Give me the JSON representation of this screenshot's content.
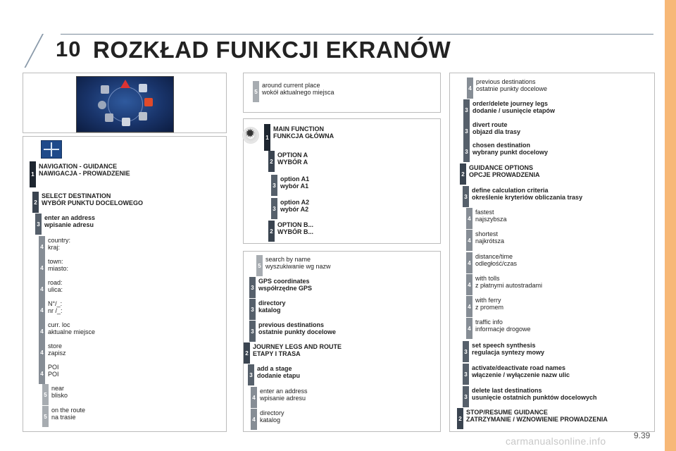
{
  "header": {
    "number": "10",
    "title": "ROZKŁAD FUNKCJI EKRANÓW"
  },
  "page_number": "9.39",
  "watermark": "carmanualsonline.info",
  "left": {
    "rows": [
      {
        "level": "1",
        "bold": true,
        "l1": "NAVIGATION - GUIDANCE",
        "l2": "NAWIGACJA - PROWADZENIE"
      },
      {
        "level": "2",
        "bold": true,
        "l1": "SELECT DESTINATION",
        "l2": "WYBÓR PUNKTU DOCELOWEGO"
      },
      {
        "level": "3",
        "bold": true,
        "l1": "enter an address",
        "l2": "wpisanie adresu"
      },
      {
        "level": "4",
        "bold": false,
        "l1": "country:",
        "l2": "kraj:"
      },
      {
        "level": "4",
        "bold": false,
        "l1": "town:",
        "l2": "miasto:"
      },
      {
        "level": "4",
        "bold": false,
        "l1": "road:",
        "l2": "ulica:"
      },
      {
        "level": "4",
        "bold": false,
        "l1": "N°/_:",
        "l2": "nr /_:"
      },
      {
        "level": "4",
        "bold": false,
        "l1": "curr. loc",
        "l2": "aktualne miejsce"
      },
      {
        "level": "4",
        "bold": false,
        "l1": "store",
        "l2": "zapisz"
      },
      {
        "level": "4",
        "bold": false,
        "l1": "POI",
        "l2": "POI"
      },
      {
        "level": "5",
        "bold": false,
        "l1": "near",
        "l2": "blisko"
      },
      {
        "level": "5",
        "bold": false,
        "l1": "on the route",
        "l2": "na trasie"
      }
    ]
  },
  "middle_top": {
    "rows": [
      {
        "level": "5",
        "bold": false,
        "l1": "around current place",
        "l2": "wokół aktualnego miejsca"
      }
    ]
  },
  "middle_main": {
    "rows": [
      {
        "level": "1",
        "bold": true,
        "l1": "MAIN FUNCTION",
        "l2": "FUNKCJA GŁÓWNA"
      },
      {
        "level": "2",
        "bold": true,
        "l1": "OPTION A",
        "l2": "WYBÓR A"
      },
      {
        "level": "3",
        "bold": true,
        "l1": "option A1",
        "l2": "wybór A1"
      },
      {
        "level": "3",
        "bold": true,
        "l1": "option A2",
        "l2": "wybór A2"
      },
      {
        "level": "2",
        "bold": true,
        "l1": "OPTION B...",
        "l2": "WYBÓR B..."
      }
    ]
  },
  "middle_bottom": {
    "rows": [
      {
        "level": "5",
        "bold": false,
        "l1": "search by name",
        "l2": "wyszukiwanie wg nazw"
      },
      {
        "level": "3",
        "bold": true,
        "l1": "GPS coordinates",
        "l2": "współrzędne GPS"
      },
      {
        "level": "3",
        "bold": true,
        "l1": "directory",
        "l2": "katalog"
      },
      {
        "level": "3",
        "bold": true,
        "l1": "previous destinations",
        "l2": "ostatnie punkty docelowe"
      },
      {
        "level": "2",
        "bold": true,
        "l1": "JOURNEY LEGS AND ROUTE",
        "l2": "ETAPY I TRASA"
      },
      {
        "level": "3",
        "bold": true,
        "l1": "add a stage",
        "l2": "dodanie etapu"
      },
      {
        "level": "4",
        "bold": false,
        "l1": "enter an address",
        "l2": "wpisanie adresu"
      },
      {
        "level": "4",
        "bold": false,
        "l1": "directory",
        "l2": "katalog"
      }
    ]
  },
  "right": {
    "rows": [
      {
        "level": "4",
        "bold": false,
        "l1": "previous destinations",
        "l2": "ostatnie punkty docelowe"
      },
      {
        "level": "3",
        "bold": true,
        "l1": "order/delete journey legs",
        "l2": "dodanie / usunięcie etapów"
      },
      {
        "level": "3",
        "bold": true,
        "l1": "divert route",
        "l2": "objazd dla trasy"
      },
      {
        "level": "3",
        "bold": true,
        "l1": "chosen destination",
        "l2": "wybrany punkt docelowy"
      },
      {
        "level": "2",
        "bold": true,
        "l1": "GUIDANCE OPTIONS",
        "l2": "OPCJE PROWADZENIA"
      },
      {
        "level": "3",
        "bold": true,
        "l1": "define calculation criteria",
        "l2": "określenie kryteriów obliczania trasy"
      },
      {
        "level": "4",
        "bold": false,
        "l1": "fastest",
        "l2": "najszybsza"
      },
      {
        "level": "4",
        "bold": false,
        "l1": "shortest",
        "l2": "najkrótsza"
      },
      {
        "level": "4",
        "bold": false,
        "l1": "distance/time",
        "l2": "odległość/czas"
      },
      {
        "level": "4",
        "bold": false,
        "l1": "with tolls",
        "l2": "z płatnymi autostradami"
      },
      {
        "level": "4",
        "bold": false,
        "l1": "with ferry",
        "l2": "z promem"
      },
      {
        "level": "4",
        "bold": false,
        "l1": "traffic info",
        "l2": "informacje drogowe"
      },
      {
        "level": "3",
        "bold": true,
        "l1": "set speech synthesis",
        "l2": "regulacja syntezy mowy"
      },
      {
        "level": "3",
        "bold": true,
        "l1": "activate/deactivate road names",
        "l2": "włączenie / wyłączenie nazw ulic"
      },
      {
        "level": "3",
        "bold": true,
        "l1": "delete last destinations",
        "l2": "usunięcie ostatnich punktów docelowych"
      },
      {
        "level": "2",
        "bold": true,
        "l1": "STOP/RESUME GUIDANCE",
        "l2": "ZATRZYMANIE / WZNOWIENIE PROWADZENIA"
      }
    ]
  }
}
